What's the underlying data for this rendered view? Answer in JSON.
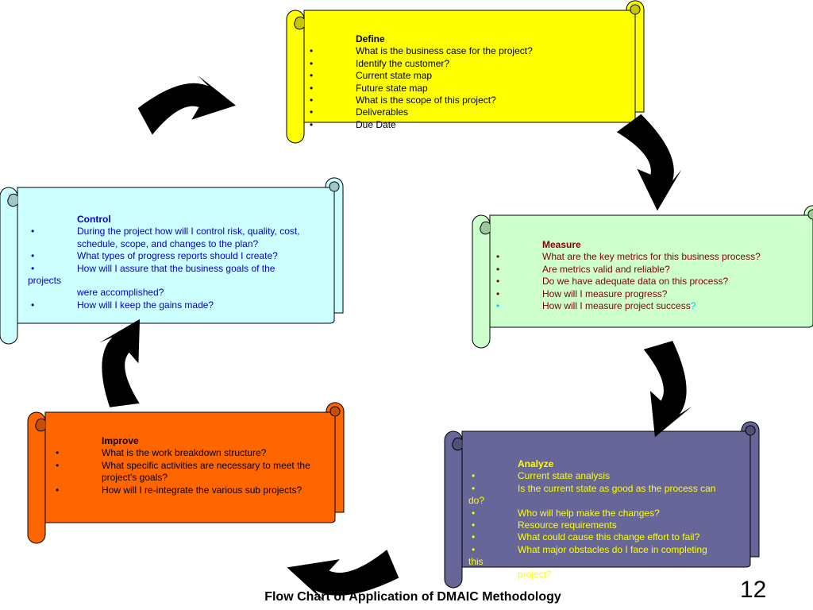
{
  "colors": {
    "define": "#ffff00",
    "measure": "#ccffcc",
    "analyze": "#666699",
    "improve": "#ff6600",
    "control": "#ccffff",
    "define_text": "#000000",
    "measure_text": "#800000",
    "analyze_text": "#ffff00",
    "improve_text": "#000000",
    "control_text": "#0000cc",
    "arrow": "#000000"
  },
  "define": {
    "title": "Define",
    "items": [
      "What is the business case for the project?",
      "Identify the customer?",
      "Current state map",
      "Future state map",
      "What is the scope of this project?",
      "Deliverables",
      "Due Date"
    ]
  },
  "measure": {
    "title": "Measure",
    "items": [
      "What are the key metrics for this business process?",
      "Are metrics valid and reliable?",
      "Do we have adequate data on this process?",
      "How will I measure progress?",
      "How will I measure project success"
    ],
    "last_suffix": "?"
  },
  "analyze": {
    "title": "Analyze",
    "items": [
      "Current state analysis",
      "Is the current state as good as the process can",
      "Who will help make the changes?",
      "Resource requirements",
      "What could cause this change effort to fail?",
      "What major obstacles do I face in completing"
    ],
    "item2_wrap": "do?",
    "item6_wrap_1": "this",
    "item6_wrap_2": "project?"
  },
  "improve": {
    "title": "Improve",
    "items": [
      "What is the work breakdown structure?",
      "What specific activities are necessary to meet the project's goals?",
      "How will I re-integrate the various sub projects?"
    ]
  },
  "control": {
    "title": "Control",
    "items": [
      "During the project how will I control risk, quality, cost, schedule, scope, and changes to the plan?",
      "What types of progress reports should I create?",
      "How will I assure that the business goals of the",
      "How will I keep the gains made?"
    ],
    "item3_wrap_1": "projects",
    "item3_wrap_2": "were accomplished?"
  },
  "bullet": "•",
  "caption": "Flow Chart of Application of DMAIC Methodology",
  "page_number": "12"
}
